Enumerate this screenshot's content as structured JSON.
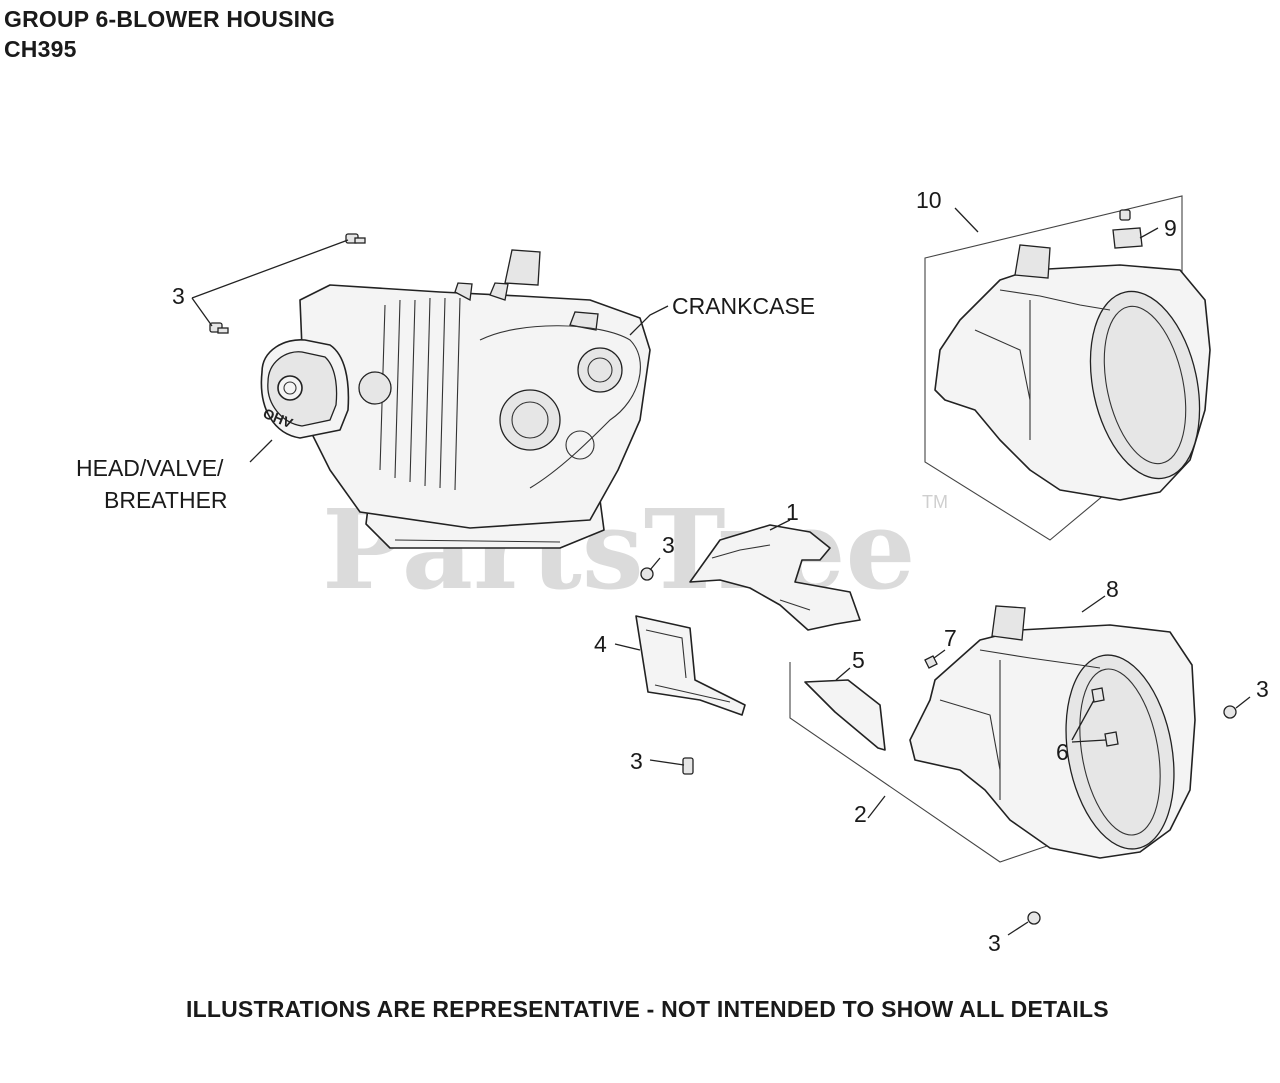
{
  "header": {
    "title": "GROUP 6-BLOWER HOUSING",
    "model": "CH395"
  },
  "watermark": {
    "text": "PartsTree",
    "trademark": "TM"
  },
  "assembly_labels": {
    "crankcase": "CRANKCASE",
    "head_line1": "HEAD/VALVE/",
    "head_line2": "BREATHER",
    "ohv_badge": "OHV"
  },
  "callouts": {
    "c1": "1",
    "c2": "2",
    "c3": "3",
    "c4": "4",
    "c5": "5",
    "c6": "6",
    "c7": "7",
    "c8": "8",
    "c9": "9",
    "c10": "10"
  },
  "footer": {
    "disclaimer": "ILLUSTRATIONS ARE REPRESENTATIVE - NOT INTENDED TO SHOW ALL DETAILS"
  },
  "colors": {
    "ink": "#1a1a1a",
    "watermark": "#cfcfcf",
    "part_fill": "#f4f4f4"
  }
}
